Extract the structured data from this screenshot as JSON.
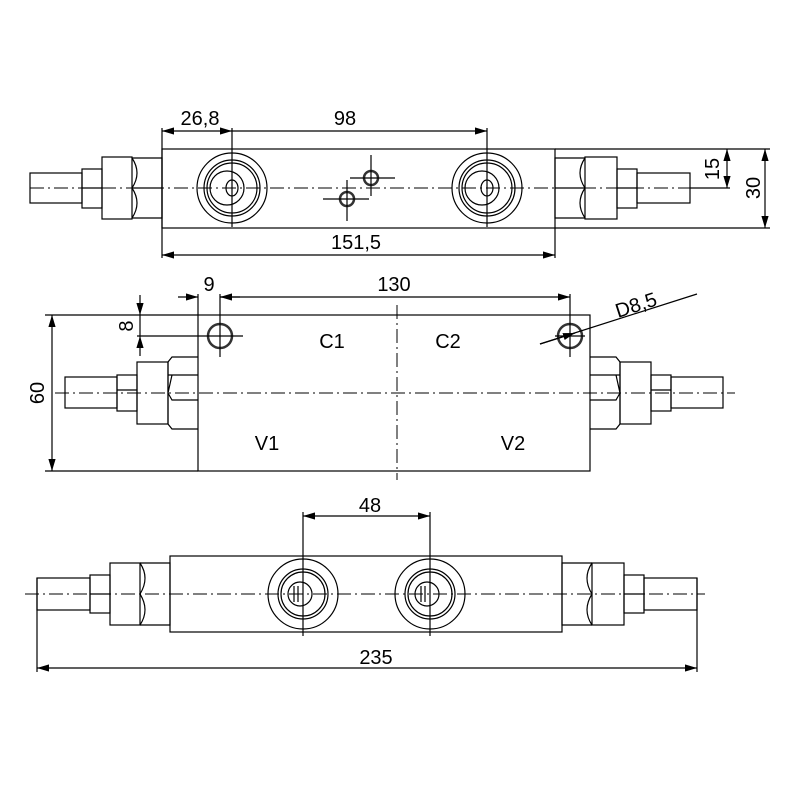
{
  "top_view": {
    "dim_offset": "26,8",
    "dim_spacing": "98",
    "dim_length": "151,5",
    "dim_half_height": "15",
    "dim_height": "30"
  },
  "front_view": {
    "dim_hole_offset": "9",
    "dim_hole_spacing": "130",
    "dim_hole_top": "8",
    "dim_height": "60",
    "dim_hole_diameter": "D8,5",
    "port_c1": "C1",
    "port_c2": "C2",
    "port_v1": "V1",
    "port_v2": "V2"
  },
  "bottom_view": {
    "dim_port_spacing": "48",
    "dim_total_length": "235"
  }
}
